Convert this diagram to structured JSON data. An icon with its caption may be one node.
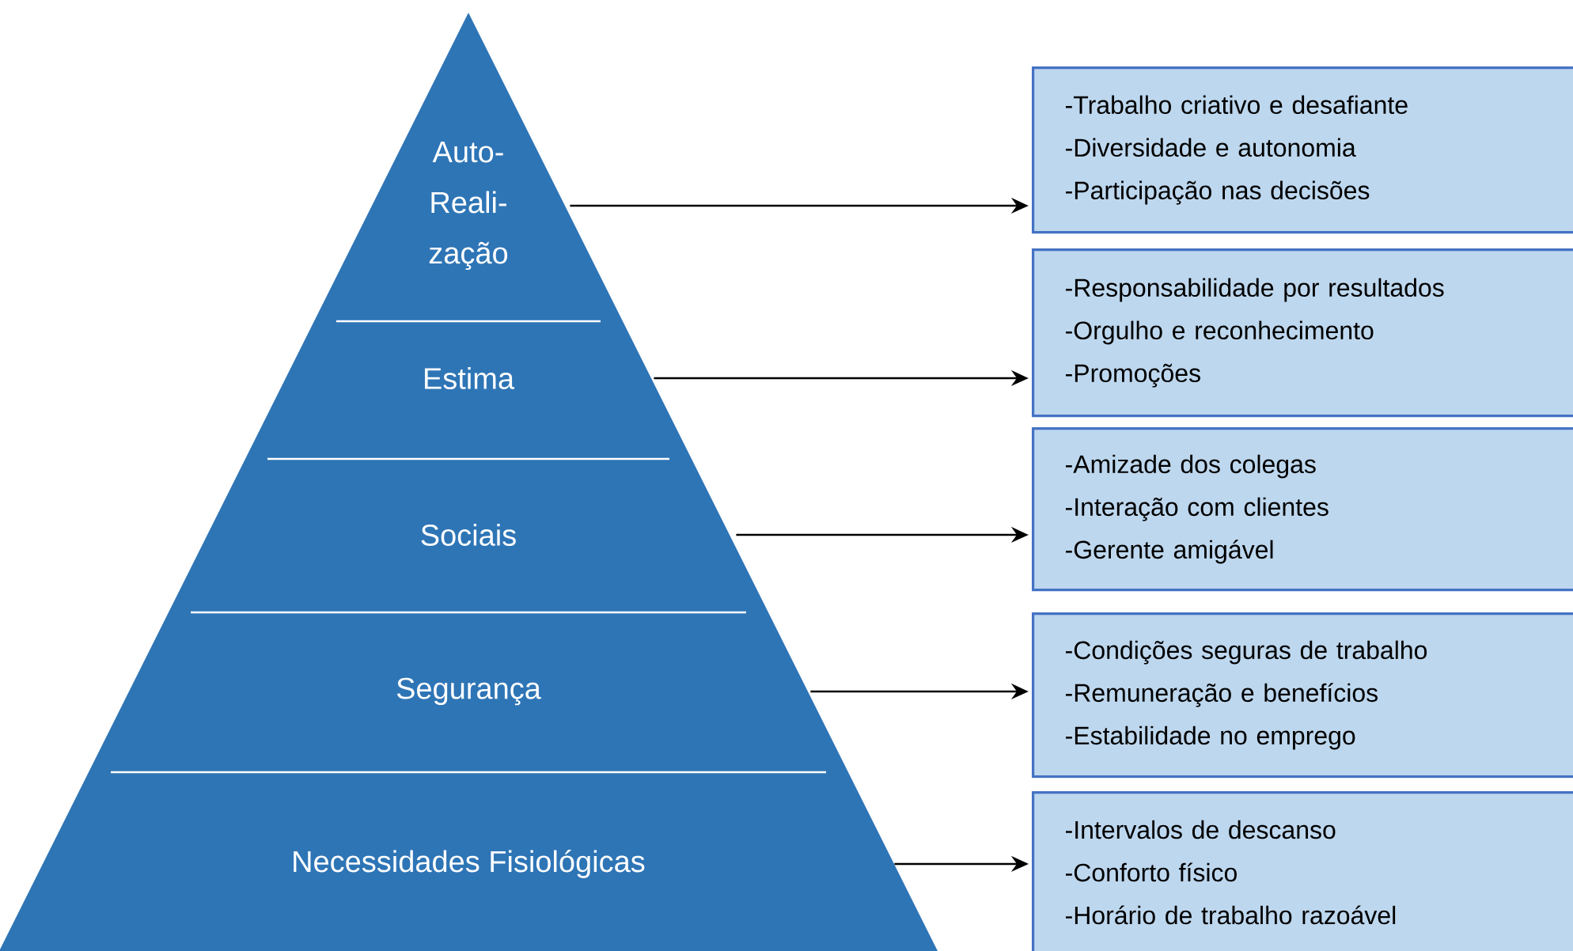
{
  "diagram": {
    "nodes": [
      {
        "text": [
          "Auto- Reali- zação"
        ]
      },
      {
        "text": [
          "Estima"
        ]
      },
      {
        "text": [
          "Sociais"
        ]
      },
      {
        "text": [
          "Segurança"
        ]
      },
      {
        "text": [
          "Necessidades Fisiológicas"
        ]
      },
      {
        "text": [
          "-Trabalho criativo e desafiante",
          "-Diversidade e autonomia",
          "-Participação nas decisões"
        ]
      },
      {
        "text": [
          "-Responsabilidade por resultados",
          "-Orgulho e reconhecimento",
          "-Promoções"
        ]
      },
      {
        "text": [
          "-Amizade dos colegas",
          "-Interação com clientes",
          "-Gerente amigável"
        ]
      },
      {
        "text": [
          "-Condições seguras de trabalho",
          "-Remuneração e benefícios",
          "-Estabilidade no emprego"
        ]
      },
      {
        "text": [
          "-Intervalos de descanso",
          "-Conforto físico",
          "-Horário de trabalho razoável"
        ]
      }
    ],
    "edges": [
      {
        "from": 0,
        "to": 5,
        "arrow": "to"
      },
      {
        "from": 1,
        "to": 6,
        "arrow": "to"
      },
      {
        "from": 2,
        "to": 7,
        "arrow": "to"
      },
      {
        "from": 3,
        "to": 8,
        "arrow": "to"
      },
      {
        "from": 4,
        "to": 9,
        "arrow": "to"
      }
    ]
  }
}
